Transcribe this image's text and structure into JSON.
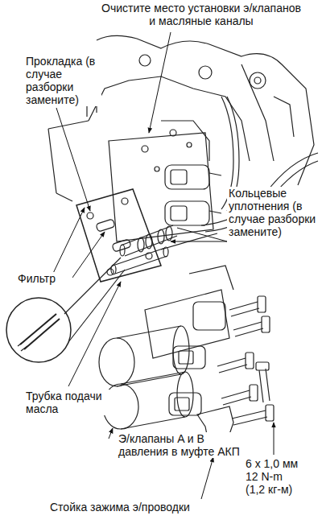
{
  "diagram": {
    "labels": [
      "Очистите место установки э/клапанов и масляные каналы",
      "Прокладка (в случае разборки замените)",
      "Кольцевые уплотнения (в случае разборки замените)",
      "Фильтр",
      "Трубка подачи масла",
      "Э/клапаны A и B давления в муфте АКП",
      "6 x 1,0 мм",
      "12 N-m",
      "(1,2 кг-м)",
      "Стойка зажима э/проводки"
    ]
  }
}
